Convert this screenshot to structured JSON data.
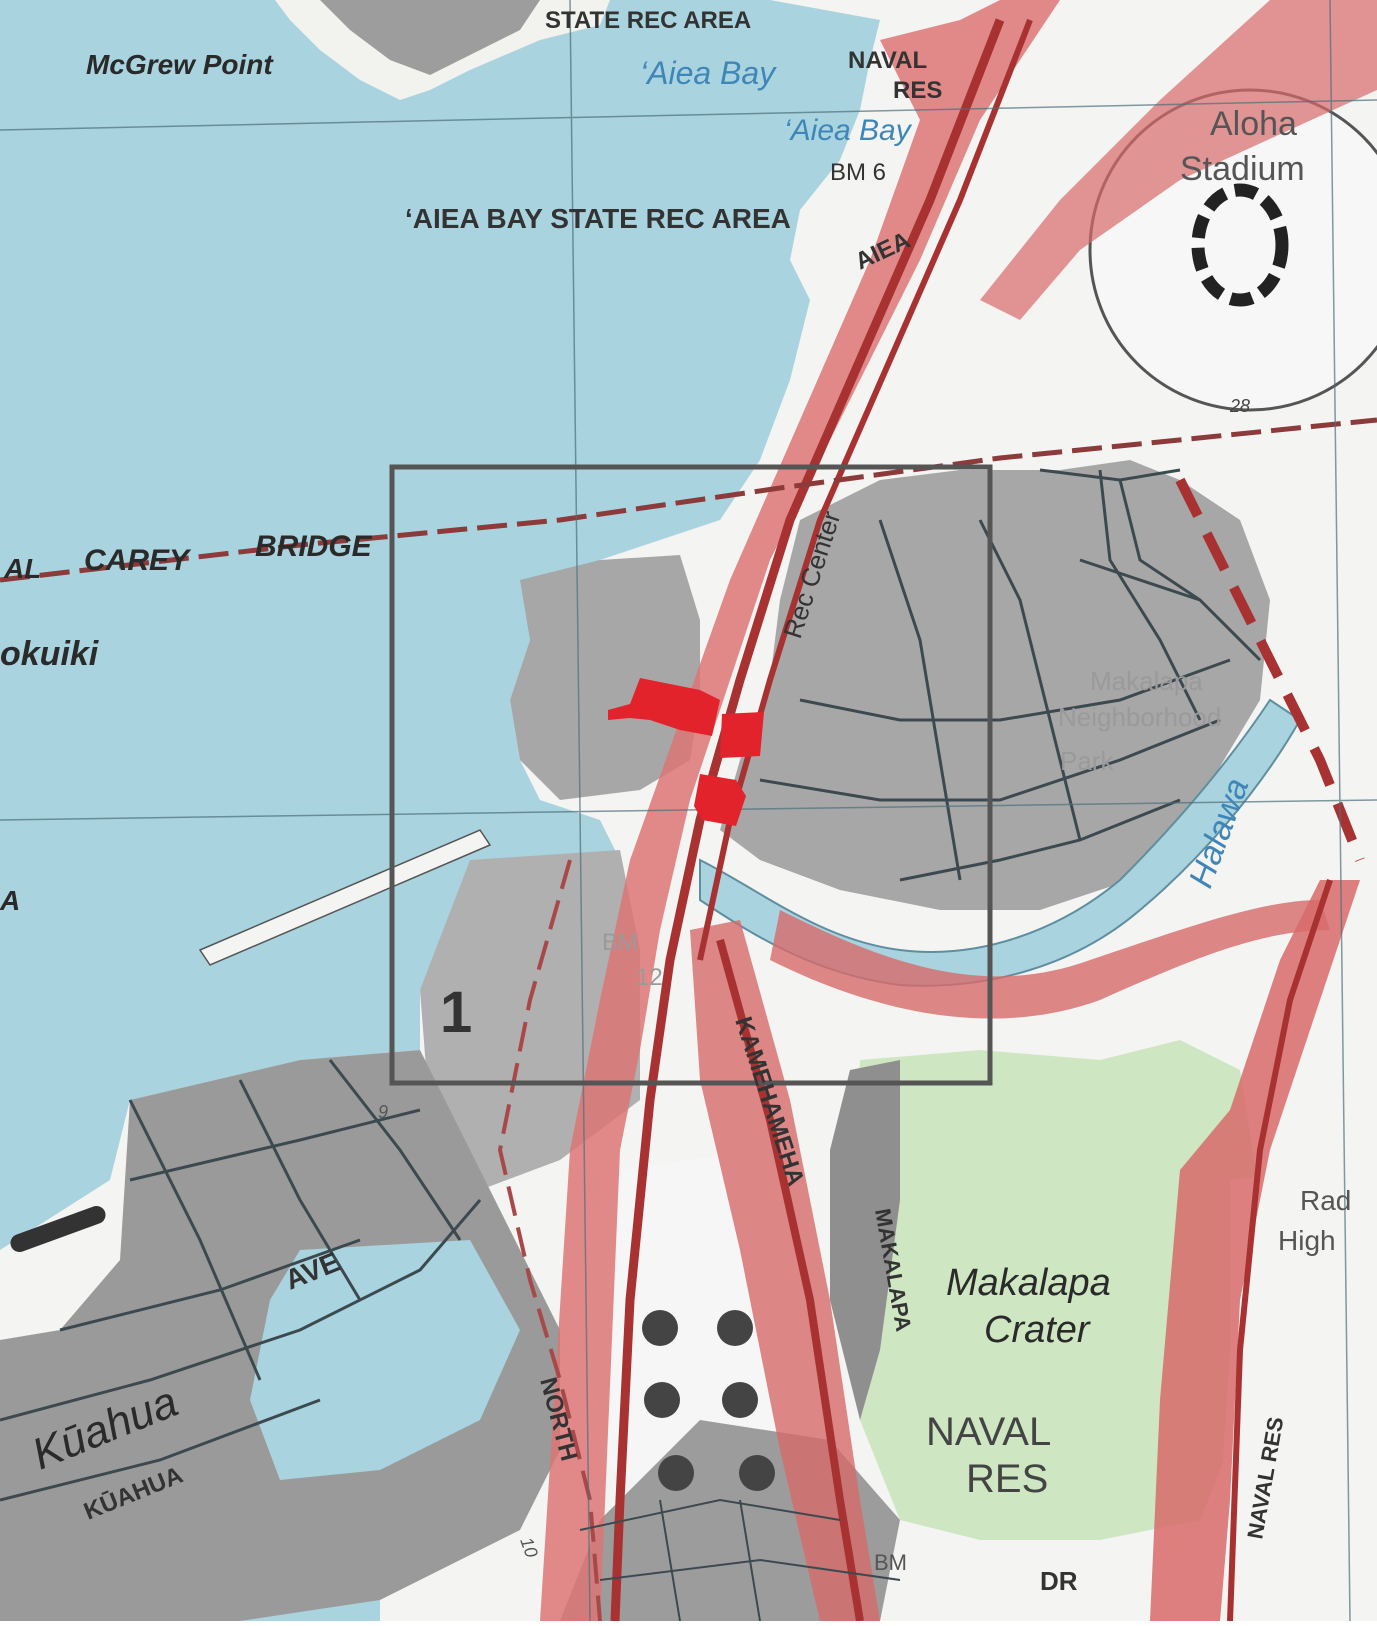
{
  "map": {
    "colors": {
      "water": "#a9d3de",
      "land": "#f4f4f2",
      "developed": "#a7a7a7",
      "road": "#d96b6b",
      "road_casing": "#a83232",
      "park": "#cfe6c2",
      "study_site": "#e3232b",
      "frame": "#555555"
    },
    "labels": {
      "state_rec_area": "STATE REC AREA",
      "mcgrew_point": "McGrew Point",
      "aiea_bay": "‘Aiea Bay",
      "aiea_bay_small": "‘Aiea Bay",
      "naval_res_top_1": "NAVAL",
      "naval_res_top_2": "RES",
      "bm6": "BM 6",
      "aloha_1": "Aloha",
      "aloha_2": "Stadium",
      "aiea_bay_rec": "‘AIEA  BAY STATE REC AREA",
      "aiea_town": "AIEA",
      "carey_al": "AL",
      "carey": "CAREY",
      "bridge": "BRIDGE",
      "okuiki": "okuiki",
      "rec_center": "Rec  Center",
      "makalapa_nb_1": "Makalapa",
      "makalapa_nb_2": "Neighborhood",
      "makalapa_nb_3": "Park",
      "halawa": "Halawa",
      "bm_12_1": "BM",
      "bm_12_2": "12",
      "kamehameha": "KAMEHAMEHA",
      "makalapa_road": "MAKALAPA",
      "makalapa_crater_1": "Makalapa",
      "makalapa_crater_2": "Crater",
      "naval_res_1": "NAVAL",
      "naval_res_2": "RES",
      "naval_res_vert": "NAVAL RES",
      "radford_1": "Rad",
      "radford_2": "High",
      "kuahua": "Kūahua",
      "kuahua_small": "KŪAHUA",
      "ave": "AVE",
      "north": "NORTH",
      "bm_bottom": "BM",
      "dr": "DR",
      "num_28": "28",
      "num_10": "10",
      "num_9": "9",
      "a_left": "A"
    },
    "study_area": {
      "label": "1"
    }
  }
}
